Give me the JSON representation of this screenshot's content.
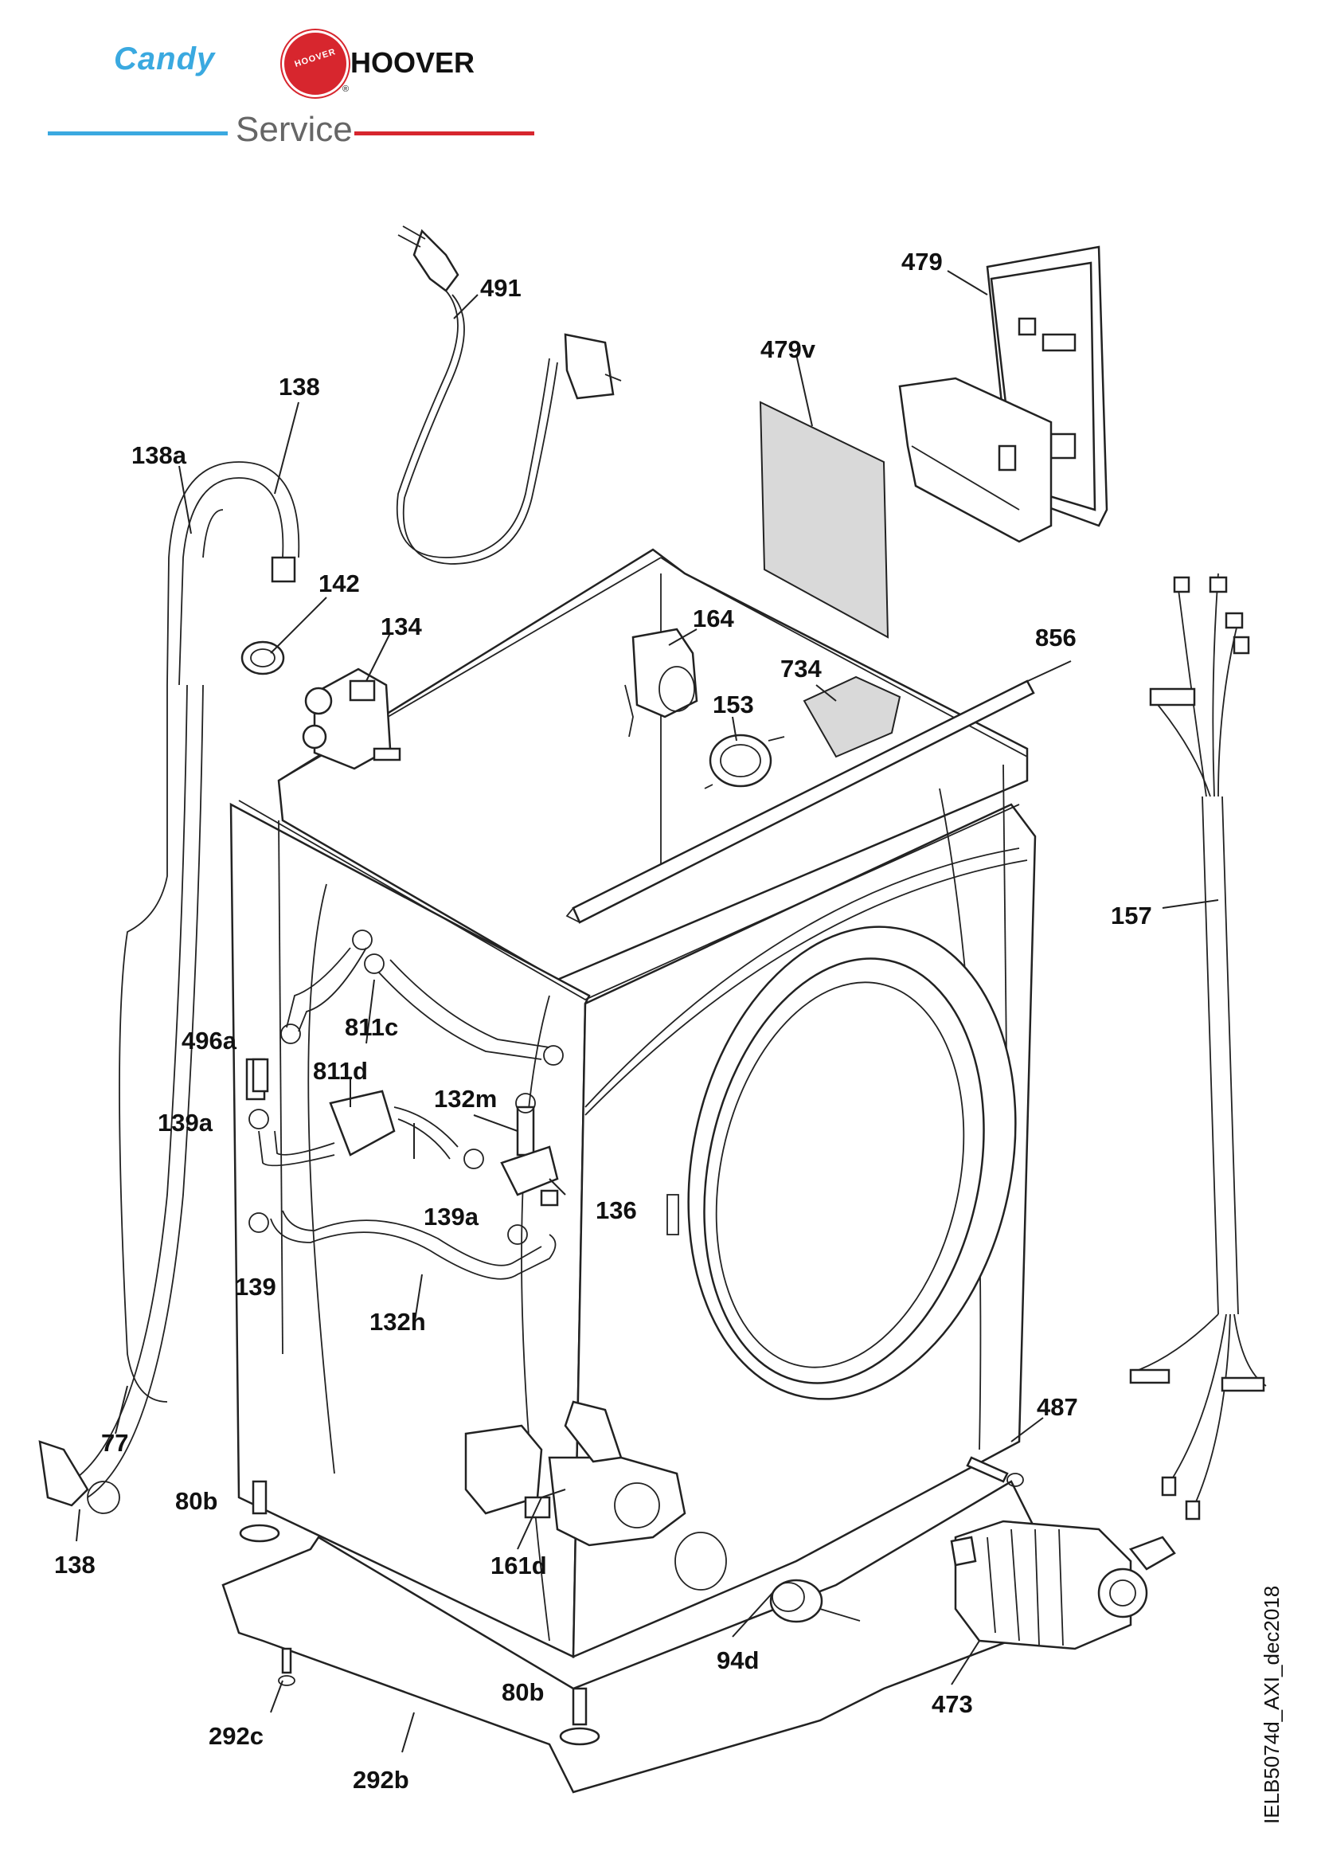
{
  "header": {
    "brand_left": "Candy",
    "brand_right": "HOOVER",
    "badge_text": "HOOVER",
    "registered": "®",
    "service": "Service",
    "colors": {
      "candy_blue": "#3aa9e0",
      "hoover_red": "#d7262e",
      "service_gray": "#666666"
    }
  },
  "doc_code": "IELB5074d_AXI_dec2018",
  "parts": {
    "p491": "491",
    "p479": "479",
    "p479v": "479v",
    "p138_top": "138",
    "p138a": "138a",
    "p142": "142",
    "p134": "134",
    "p164": "164",
    "p734": "734",
    "p153": "153",
    "p856": "856",
    "p157": "157",
    "p496a": "496a",
    "p811c": "811c",
    "p811d": "811d",
    "p139a_left": "139a",
    "p132m": "132m",
    "p139a_mid": "139a",
    "p136": "136",
    "p139": "139",
    "p132h": "132h",
    "p77": "77",
    "p487": "487",
    "p80b_left": "80b",
    "p138_bottom": "138",
    "p161d": "161d",
    "p94d": "94d",
    "p473": "473",
    "p292c": "292c",
    "p80b_bottom": "80b",
    "p292b": "292b"
  }
}
